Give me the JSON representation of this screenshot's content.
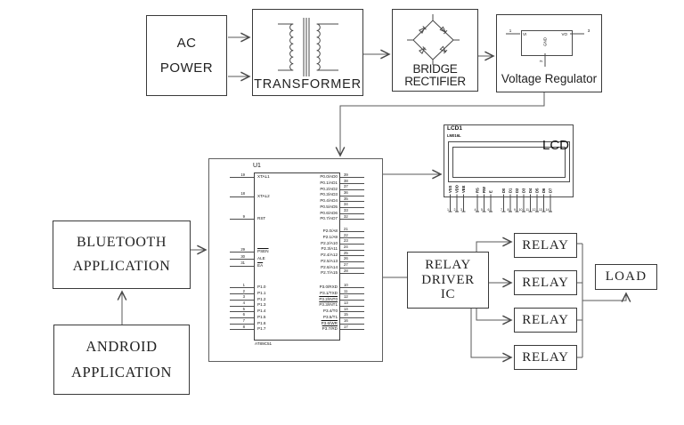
{
  "blocks": {
    "ac_power": {
      "line1": "AC",
      "line2": "POWER"
    },
    "transformer": {
      "label": "TRANSFORMER"
    },
    "bridge_rectifier": {
      "line1": "BRIDGE",
      "line2": "RECTIFIER"
    },
    "voltage_regulator": {
      "label": "Voltage Regulator",
      "vi": "VI",
      "vo": "VO",
      "gnd": "GND",
      "pin1": "1",
      "pin2": "2",
      "pin3": "3"
    },
    "bluetooth_app": {
      "line1": "BLUETOOTH",
      "line2": "APPLICATION"
    },
    "android_app": {
      "line1": "ANDROID",
      "line2": "APPLICATION"
    },
    "relay_driver": {
      "line1": "RELAY",
      "line2": "DRIVER",
      "line3": "IC"
    },
    "relays": [
      "RELAY",
      "RELAY",
      "RELAY",
      "RELAY"
    ],
    "load": {
      "label": "LOAD"
    }
  },
  "mcu": {
    "ref": "U1",
    "part": "AT89C51",
    "xtal_pins": [
      {
        "num": "19",
        "label": "XTAL1"
      },
      {
        "num": "18",
        "label": "XTAL2"
      }
    ],
    "rst_pins": [
      {
        "num": "9",
        "label": "RST"
      }
    ],
    "ctrl_pins": [
      {
        "num": "29",
        "label": "PSEN",
        "ol": true
      },
      {
        "num": "30",
        "label": "ALE"
      },
      {
        "num": "31",
        "label": "EA",
        "ol": true
      }
    ],
    "p1_pins": [
      {
        "num": "1",
        "label": "P1.0"
      },
      {
        "num": "2",
        "label": "P1.1"
      },
      {
        "num": "3",
        "label": "P1.2"
      },
      {
        "num": "4",
        "label": "P1.3"
      },
      {
        "num": "5",
        "label": "P1.4"
      },
      {
        "num": "6",
        "label": "P1.5"
      },
      {
        "num": "7",
        "label": "P1.6"
      },
      {
        "num": "8",
        "label": "P1.7"
      }
    ],
    "p0_pins": [
      {
        "num": "39",
        "label": "P0.0/AD0"
      },
      {
        "num": "38",
        "label": "P0.1/AD1"
      },
      {
        "num": "37",
        "label": "P0.2/AD2"
      },
      {
        "num": "36",
        "label": "P0.3/AD3"
      },
      {
        "num": "35",
        "label": "P0.4/AD4"
      },
      {
        "num": "34",
        "label": "P0.5/AD5"
      },
      {
        "num": "33",
        "label": "P0.6/AD6"
      },
      {
        "num": "32",
        "label": "P0.7/AD7"
      }
    ],
    "p2_pins": [
      {
        "num": "21",
        "label": "P2.0/A8"
      },
      {
        "num": "22",
        "label": "P2.1/A9"
      },
      {
        "num": "23",
        "label": "P2.2/A10"
      },
      {
        "num": "24",
        "label": "P2.3/A11"
      },
      {
        "num": "25",
        "label": "P2.4/A12"
      },
      {
        "num": "26",
        "label": "P2.5/A13"
      },
      {
        "num": "27",
        "label": "P2.6/A14"
      },
      {
        "num": "28",
        "label": "P2.7/A15"
      }
    ],
    "p3_pins": [
      {
        "num": "10",
        "label": "P3.0/RXD"
      },
      {
        "num": "11",
        "label": "P3.1/TXD"
      },
      {
        "num": "12",
        "label": "P3.2/INT0",
        "ol": true
      },
      {
        "num": "13",
        "label": "P3.3/INT1",
        "ol": true
      },
      {
        "num": "14",
        "label": "P3.4/T0"
      },
      {
        "num": "15",
        "label": "P3.5/T1"
      },
      {
        "num": "16",
        "label": "P3.6/WR",
        "ol": true
      },
      {
        "num": "17",
        "label": "P3.7/RD",
        "ol": true
      }
    ]
  },
  "lcd": {
    "ref": "LCD1",
    "part": "LM016L",
    "label": "LCD",
    "pins_power": [
      {
        "name": "VSS",
        "num": "1"
      },
      {
        "name": "VDD",
        "num": "2"
      },
      {
        "name": "VEE",
        "num": "3"
      }
    ],
    "pins_ctrl": [
      {
        "name": "RS",
        "num": "4"
      },
      {
        "name": "RW",
        "num": "5"
      },
      {
        "name": "E",
        "num": "6"
      }
    ],
    "pins_data": [
      {
        "name": "D0",
        "num": "7"
      },
      {
        "name": "D1",
        "num": "8"
      },
      {
        "name": "D2",
        "num": "9"
      },
      {
        "name": "D3",
        "num": "10"
      },
      {
        "name": "D4",
        "num": "11"
      },
      {
        "name": "D5",
        "num": "12"
      },
      {
        "name": "D6",
        "num": "13"
      },
      {
        "name": "D7",
        "num": "14"
      }
    ]
  }
}
